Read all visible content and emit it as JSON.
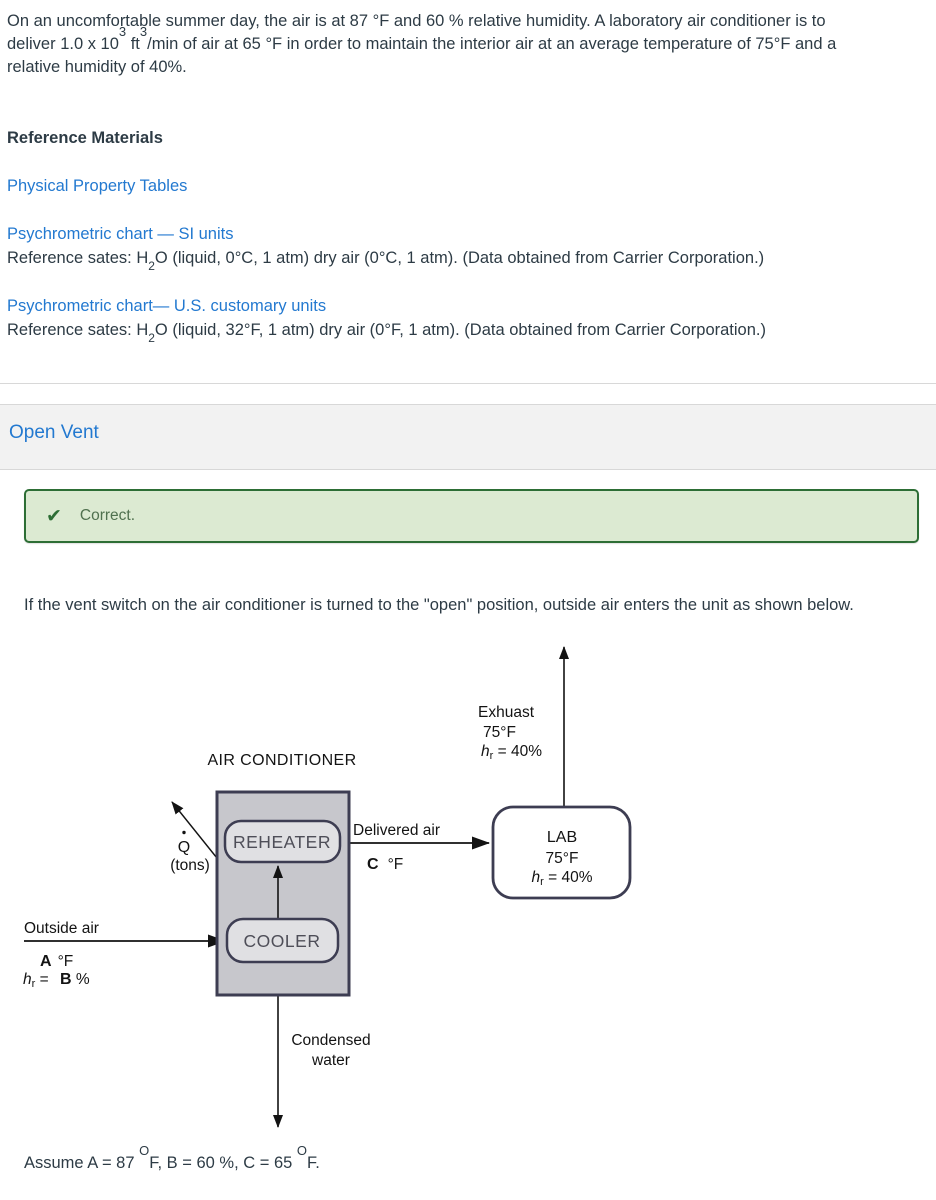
{
  "problem": {
    "line1": "On an uncomfortable summer day, the air is at 87 °F and 60 % relative humidity. A laboratory air conditioner is to",
    "line2_pre": "deliver 1.0 x 10",
    "line2_sup1": "3",
    "line2_mid": " ft",
    "line2_sup2": "3",
    "line2_post": "/min of air at 65 °F in order to maintain the interior air at an average temperature of 75°F and a",
    "line3": "relative humidity of 40%."
  },
  "reference": {
    "title": "Reference Materials",
    "tables_link": "Physical Property Tables",
    "si_link": "Psychrometric chart — SI units",
    "si_note_pre": "Reference sates: H",
    "si_note_sub": "2",
    "si_note_post": "O (liquid, 0°C, 1 atm) dry air (0°C, 1 atm). (Data obtained from Carrier Corporation.)",
    "us_link": "Psychrometric chart— U.S. customary units",
    "us_note_pre": "Reference sates: H",
    "us_note_sub": "2",
    "us_note_post": "O (liquid, 32°F, 1 atm) dry air (0°F, 1 atm). (Data obtained from Carrier Corporation.)"
  },
  "section": {
    "title": "Open Vent"
  },
  "feedback": {
    "check_icon": "✔",
    "status": "Correct."
  },
  "explanation": "If the vent switch on the air conditioner is turned to the \"open\" position, outside air enters the unit as shown below.",
  "diagram": {
    "title": "AIR CONDITIONER",
    "reheater_label": "REHEATER",
    "cooler_label": "COOLER",
    "lab": {
      "name": "LAB",
      "temp": "75°F",
      "h": "h",
      "r": "r",
      "hr_val": " = 40%"
    },
    "exhaust": {
      "name": "Exhuast",
      "temp": "75°F",
      "h": "h",
      "r": "r",
      "hr_val": " = 40%"
    },
    "delivered": {
      "label": "Delivered air",
      "var": "C",
      "unit": "°F"
    },
    "outside": {
      "label": "Outside air",
      "var": "A",
      "unit": "°F",
      "h": "h",
      "r": "r",
      "eq": " = ",
      "var2": "B",
      "pct": " %"
    },
    "heat": {
      "symbol": "Q",
      "unit": "(tons)"
    },
    "condensed": {
      "line1": "Condensed",
      "line2": "water"
    }
  },
  "assume": {
    "pre": "Assume A = 87 ",
    "sup1": "O",
    "mid": "F, B = 60 %, C = 65 ",
    "sup2": "O",
    "post": "F."
  },
  "colors": {
    "link_blue": "#2379d0",
    "text": "#2d3b45",
    "correct_border": "#2d6e35",
    "correct_bg": "#dcead2",
    "section_band_bg": "#f2f2f2",
    "box_border": "#3d3d52",
    "ac_fill": "#c7c7cc",
    "unit_fill": "#e0e0e3"
  }
}
